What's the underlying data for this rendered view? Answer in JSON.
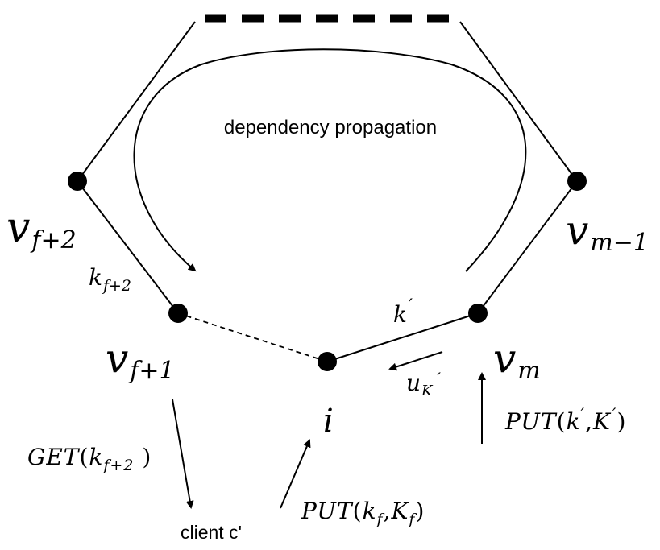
{
  "diagram": {
    "colors": {
      "stroke": "#000000",
      "background": "#ffffff"
    },
    "propagation_label": "dependency propagation",
    "nodes": {
      "v_f2": {
        "base": "v",
        "sub": "f+2"
      },
      "v_f1": {
        "base": "v",
        "sub": "f+1"
      },
      "v_m1": {
        "base": "v",
        "sub": "m−1"
      },
      "v_m": {
        "base": "v",
        "sub": "m"
      },
      "i": {
        "base": "i"
      }
    },
    "edges": {
      "k_f2": {
        "base": "k",
        "sub": "f+2"
      },
      "k_prime": {
        "base": "k",
        "sup": "′"
      }
    },
    "messages": {
      "u_K": {
        "base": "u",
        "sub": "K",
        "sub_prime": "′"
      },
      "put_k": {
        "name": "PUT",
        "open": "(",
        "arg1": "k",
        "arg1_sup": "′",
        "comma": ",",
        "arg2": "K",
        "arg2_sup": "′",
        "close": ")"
      },
      "get": {
        "name": "GET",
        "open": "(",
        "arg1": "k",
        "arg1_sub": "f+2",
        "close": " )"
      },
      "put_f": {
        "name": "PUT",
        "open": "(",
        "arg1": "k",
        "arg1_sub": "f",
        "comma": ",",
        "arg2": "K",
        "arg2_sub": "f",
        "close": ")"
      }
    },
    "client_label": "client c'"
  }
}
